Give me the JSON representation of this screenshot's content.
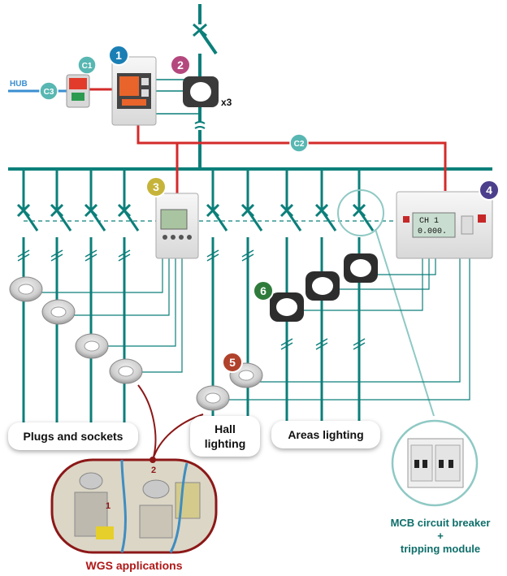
{
  "colors": {
    "bus": "#0c7f7a",
    "comm": "#d42a2a",
    "badge1": "#1a7fb5",
    "badge2": "#b4487e",
    "badge3": "#c6b43a",
    "badge4": "#4c3f8c",
    "badge5": "#b0412b",
    "badge6": "#2f7b3c",
    "hub": "#3a8ed0",
    "caption": "#0e6e6a",
    "wgs_caption": "#b01818"
  },
  "badges": {
    "b1": "1",
    "b2": "2",
    "b3": "3",
    "b4": "4",
    "b5": "5",
    "b6": "6"
  },
  "comm_labels": {
    "c1": "C1",
    "c2": "C2",
    "c3": "C3",
    "hub": "HUB"
  },
  "ct_multiplier": "x3",
  "meter_display": {
    "line1": "CH 1",
    "line2": "0.000."
  },
  "group_labels": {
    "plugs": "Plugs and sockets",
    "hall_line1": "Hall",
    "hall_line2": "lighting",
    "areas": "Areas lighting"
  },
  "wgs": {
    "marker1": "1",
    "marker2": "2",
    "caption": "WGS applications"
  },
  "mcb": {
    "line1": "MCB circuit breaker",
    "line2": "+",
    "line3": "tripping module"
  }
}
